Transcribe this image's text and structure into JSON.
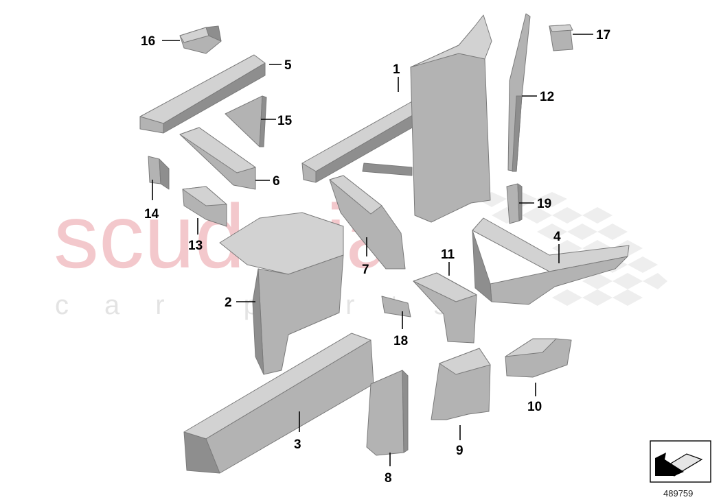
{
  "watermark": {
    "main": "scuderia",
    "sub": "car parts"
  },
  "callouts": [
    {
      "num": "1"
    },
    {
      "num": "2"
    },
    {
      "num": "3"
    },
    {
      "num": "4"
    },
    {
      "num": "5"
    },
    {
      "num": "6"
    },
    {
      "num": "7"
    },
    {
      "num": "8"
    },
    {
      "num": "9"
    },
    {
      "num": "10"
    },
    {
      "num": "11"
    },
    {
      "num": "12"
    },
    {
      "num": "13"
    },
    {
      "num": "14"
    },
    {
      "num": "15"
    },
    {
      "num": "16"
    },
    {
      "num": "17"
    },
    {
      "num": "18"
    },
    {
      "num": "19"
    }
  ],
  "reference_number": "489759",
  "icons": {
    "orientation": "direction-arrow-icon"
  }
}
